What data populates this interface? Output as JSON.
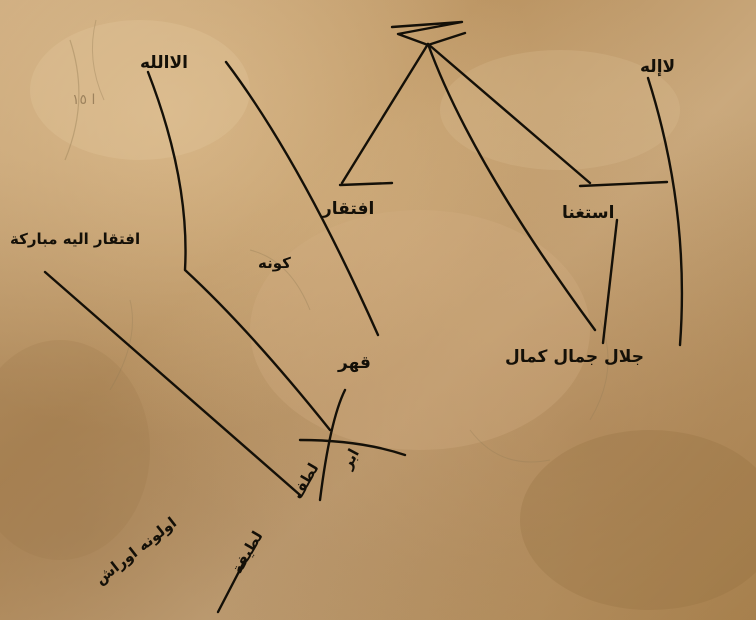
{
  "manuscript": {
    "paper_color": "#c4a070",
    "ink_color": "#141008",
    "labels": {
      "illa_allah_left": "الاالله",
      "la_ilaha_right": "لاإله",
      "iftiqar": "افتقار",
      "ishtighna": "استغنا",
      "mubarak_phrase": "افتقار اليه مبارکة",
      "kuntu": "کونه",
      "qahr": "قهر",
      "jalal_jamal_kamal": "جلال جمال کمال",
      "abr_phrase": "ابر",
      "lutf_phrase": "لطف",
      "bottom_phrase": "اولونه اوراش",
      "bottom_right": "لطيفة"
    }
  }
}
